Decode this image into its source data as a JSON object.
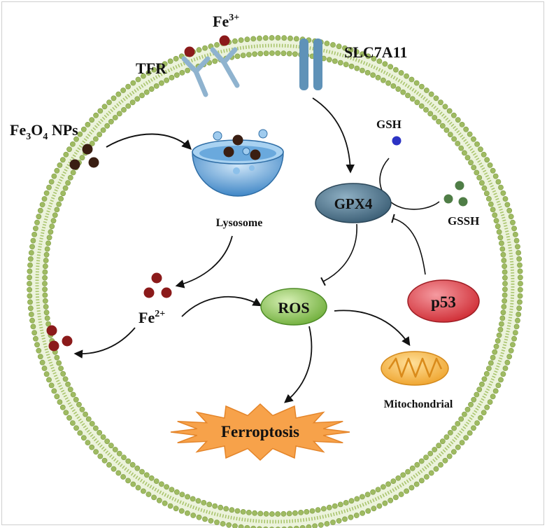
{
  "labels": {
    "tfr": "TFR",
    "fe3_base": "Fe",
    "fe3_sup": "3+",
    "slc7a11": "SLC7A11",
    "fe3o4_a": "Fe",
    "fe3o4_sub1": "3",
    "fe3o4_b": "O",
    "fe3o4_sub2": "4",
    "fe3o4_c": " NPs",
    "lysosome": "Lysosome",
    "gsh": "GSH",
    "gpx4": "GPX4",
    "gssh": "GSSH",
    "fe2_base": "Fe",
    "fe2_sup": "2+",
    "ros": "ROS",
    "p53": "p53",
    "mitochondrial": "Mitochondrial",
    "ferroptosis": "Ferroptosis"
  },
  "colors": {
    "membrane": "#8fae55",
    "membrane_light": "#b9d07e",
    "iron_red": "#8b1a1a",
    "np_dark": "#3a1e12",
    "receptor": "#8fb3cf",
    "transporter": "#5f92b8",
    "lysosome": "#5f9fd6",
    "gpx4": "#4b7088",
    "ros": "#8fc65a",
    "p53": "#e0474b",
    "mito": "#f2b13a",
    "ferroptosis": "#f7a24a",
    "gsh": "#2c33c4",
    "gssh": "#4f7d46"
  }
}
